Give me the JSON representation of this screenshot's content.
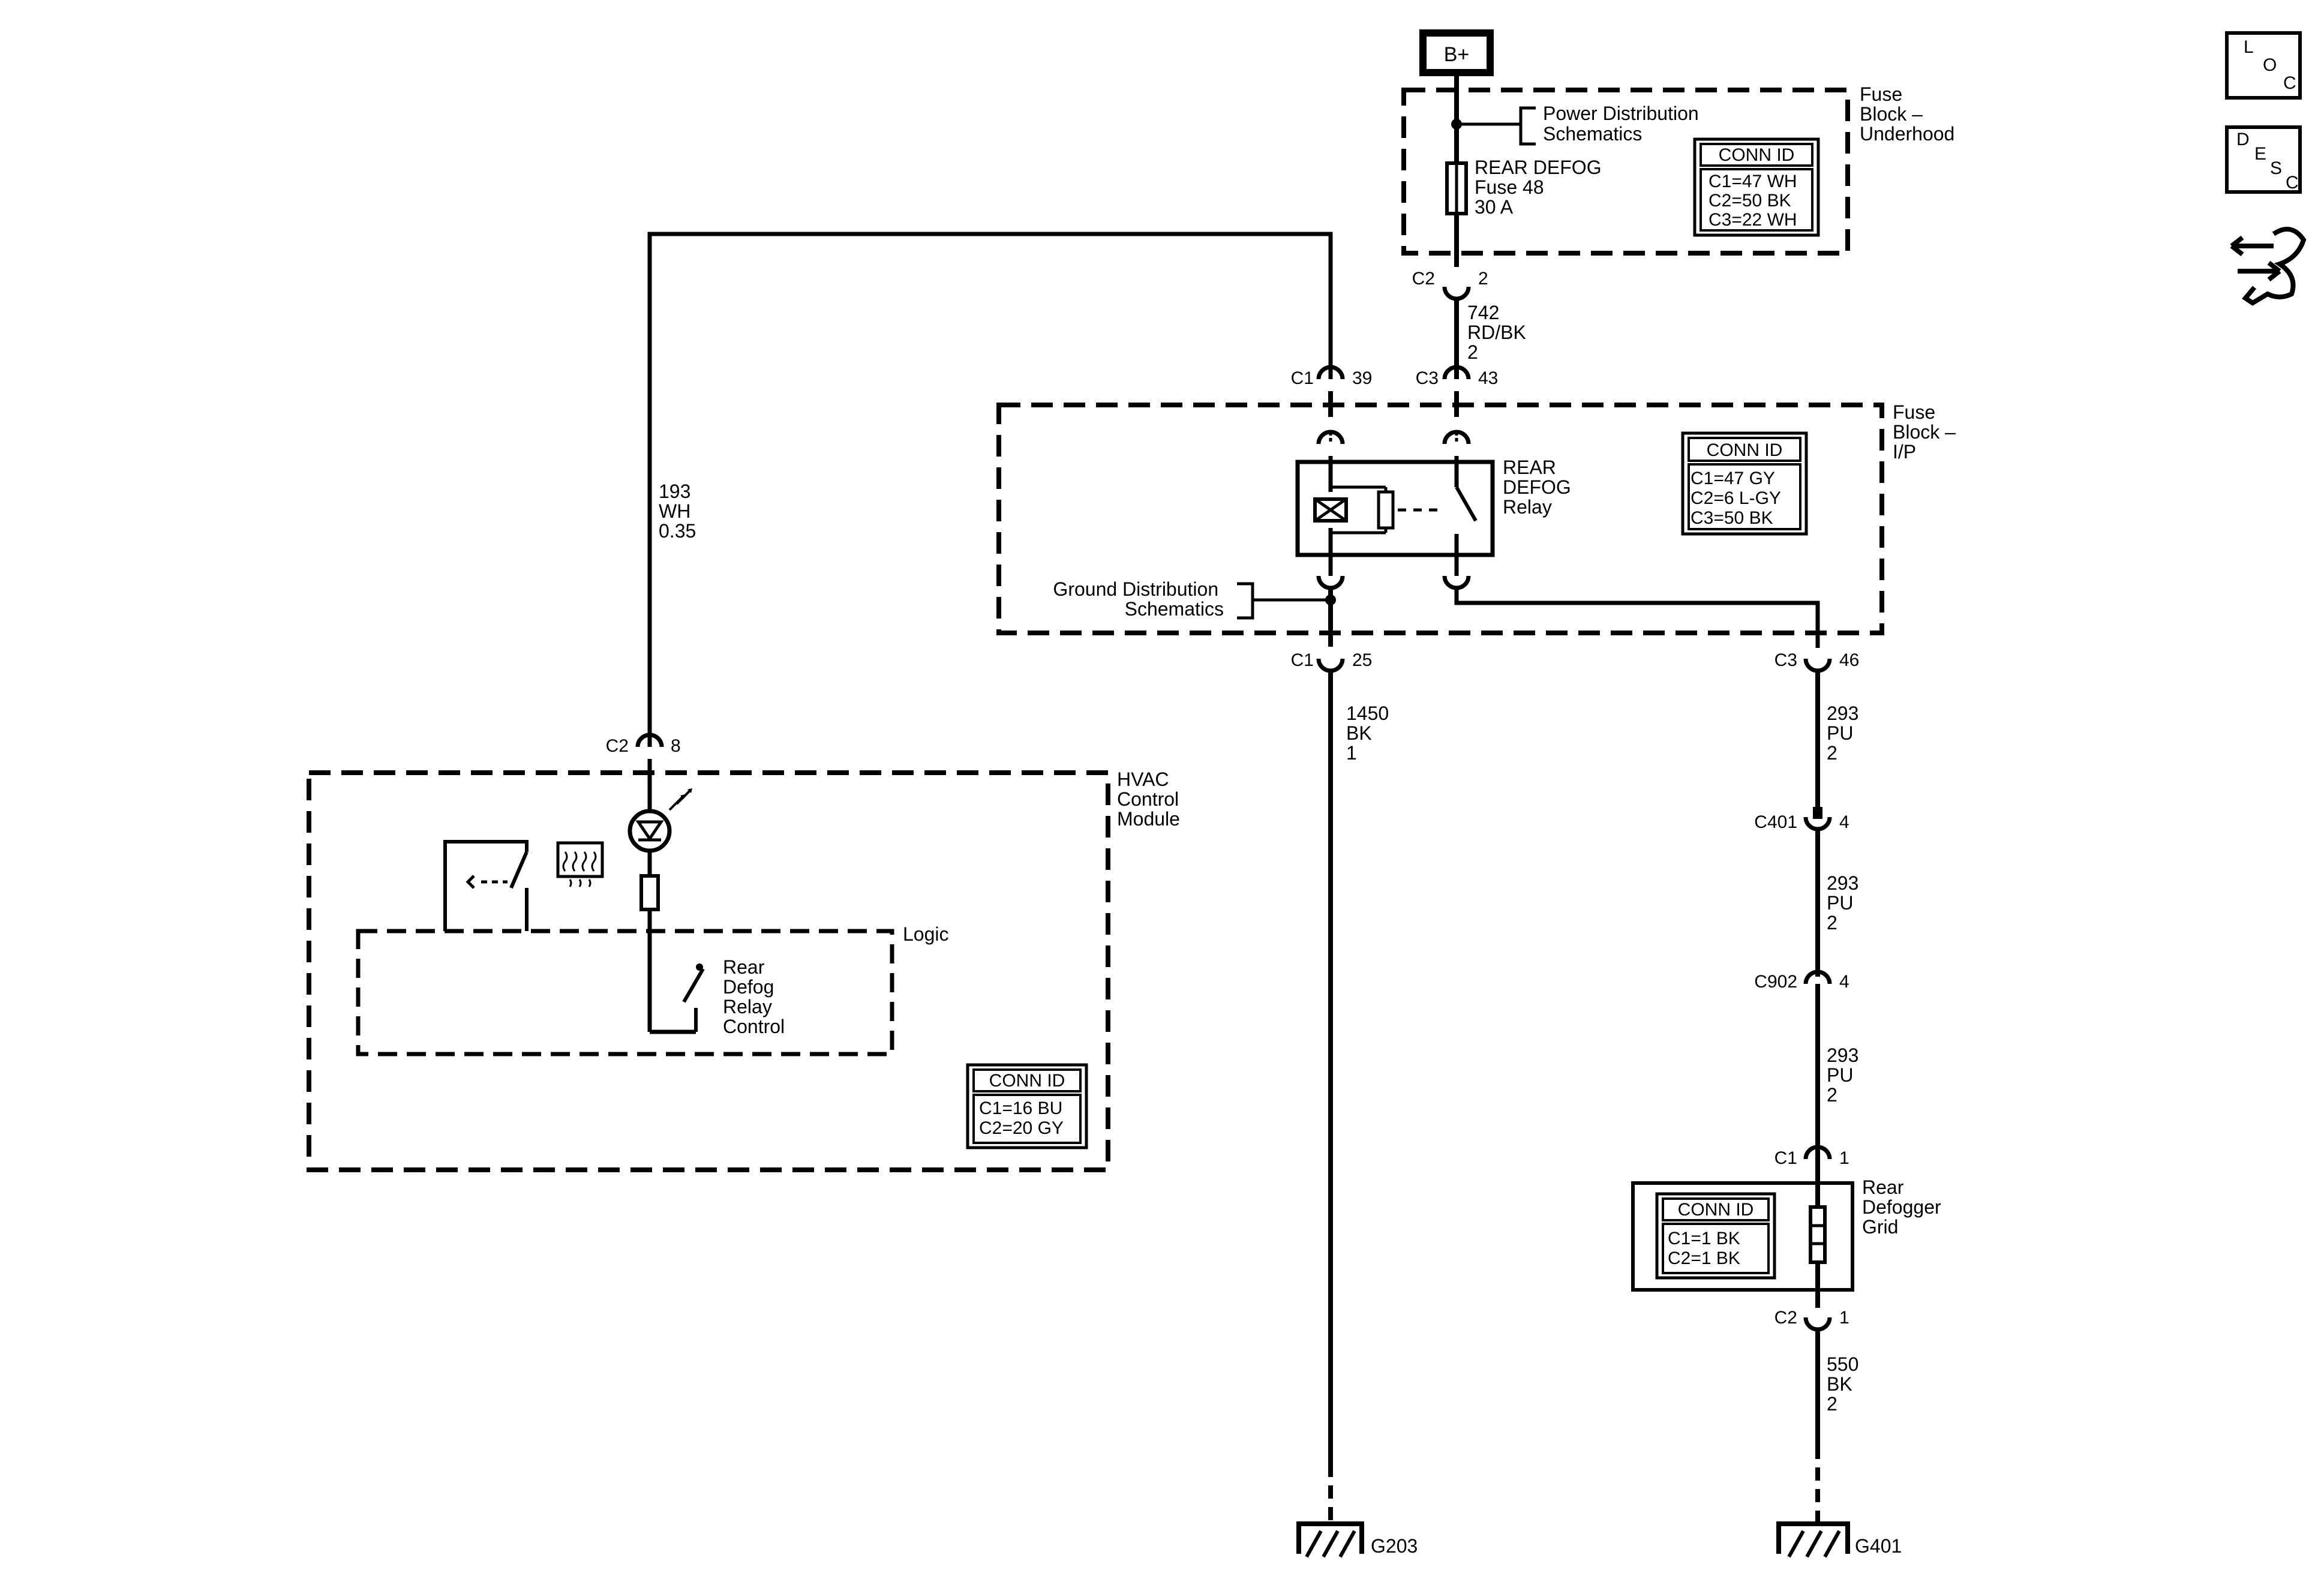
{
  "power_source": "B+",
  "fuse_block_underhood": {
    "label_lines": [
      "Fuse",
      "Block –",
      "Underhood"
    ],
    "power_ref_lines": [
      "Power Distribution",
      "Schematics"
    ],
    "fuse_lines": [
      "REAR DEFOG",
      "Fuse 48",
      "30 A"
    ],
    "conn_id_title": "CONN ID",
    "conn_ids": [
      "C1=47 WH",
      "C2=50 BK",
      "C3=22 WH"
    ],
    "out_connector": "C2",
    "out_pin": "2"
  },
  "wire_742": [
    "742",
    "RD/BK",
    "2"
  ],
  "fuse_block_ip": {
    "label_lines": [
      "Fuse",
      "Block –",
      "I/P"
    ],
    "relay_lines": [
      "REAR",
      "DEFOG",
      "Relay"
    ],
    "ground_ref_lines": [
      "Ground Distribution",
      "Schematics"
    ],
    "conn_id_title": "CONN ID",
    "conn_ids": [
      "C1=47 GY",
      "C2=6 L-GY",
      "C3=50 BK"
    ],
    "in_coil_connector": "C1",
    "in_coil_pin": "39",
    "in_switch_connector": "C3",
    "in_switch_pin": "43",
    "out_ground_connector": "C1",
    "out_ground_pin": "25",
    "out_load_connector": "C3",
    "out_load_pin": "46"
  },
  "wire_193": [
    "193",
    "WH",
    "0.35"
  ],
  "wire_1450": [
    "1450",
    "BK",
    "1"
  ],
  "wire_293_a": [
    "293",
    "PU",
    "2"
  ],
  "wire_293_b": [
    "293",
    "PU",
    "2"
  ],
  "wire_293_c": [
    "293",
    "PU",
    "2"
  ],
  "wire_550": [
    "550",
    "BK",
    "2"
  ],
  "inline_connectors": [
    {
      "connector": "C401",
      "pin": "4"
    },
    {
      "connector": "C902",
      "pin": "4"
    }
  ],
  "hvac_module": {
    "label_lines": [
      "HVAC",
      "Control",
      "Module"
    ],
    "logic_label": "Logic",
    "relay_control_lines": [
      "Rear",
      "Defog",
      "Relay",
      "Control"
    ],
    "conn_id_title": "CONN ID",
    "conn_ids": [
      "C1=16 BU",
      "C2=20 GY"
    ],
    "connector": "C2",
    "pin": "8"
  },
  "defogger_grid": {
    "label_lines": [
      "Rear",
      "Defogger",
      "Grid"
    ],
    "conn_id_title": "CONN ID",
    "conn_ids": [
      "C1=1 BK",
      "C2=1 BK"
    ],
    "top_connector": "C1",
    "top_pin": "1",
    "bottom_connector": "C2",
    "bottom_pin": "1"
  },
  "grounds": [
    "G203",
    "G401"
  ],
  "legend": {
    "loc_letters": [
      "L",
      "O",
      "C"
    ],
    "desc_letters": [
      "D",
      "E",
      "S",
      "C"
    ]
  }
}
